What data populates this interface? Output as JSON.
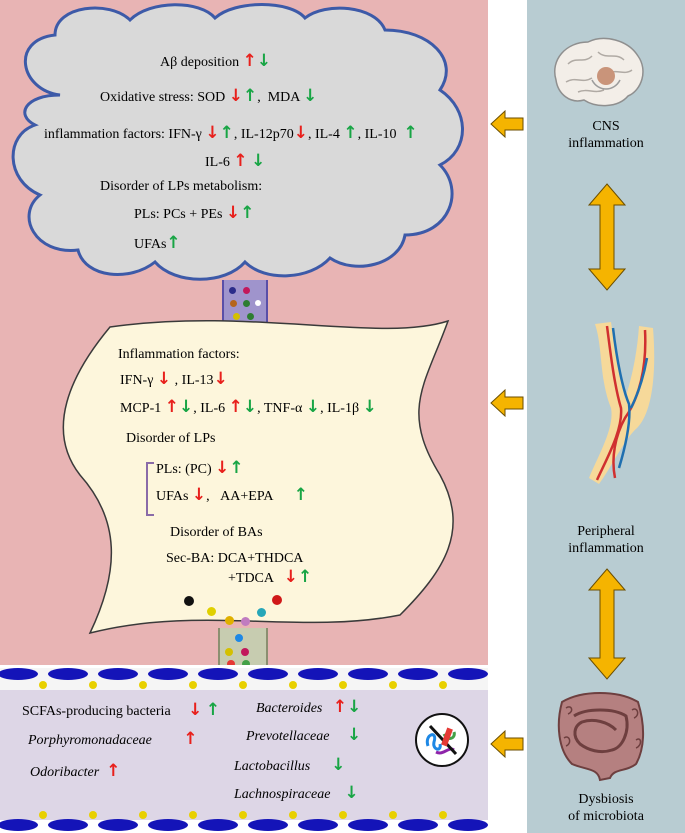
{
  "colors": {
    "brain_region_bg": "#e8b4b4",
    "sidebar_bg": "#b8ccd2",
    "cloud_fill": "#d9d9d9",
    "cloud_stroke": "#3d5aa8",
    "scroll_fill": "#fdf6dc",
    "gut_bg": "#ddd6e6",
    "arrow_orange": "#f5b400",
    "up_red": "#e8201c",
    "down_green": "#18a545"
  },
  "cns": {
    "abeta": "Aβ deposition",
    "oxidative": "Oxidative stress: SOD",
    "mda": "MDA",
    "inflam_label": "inflammation factors: IFN-γ",
    "il12": "IL-12p70",
    "il4": "IL-4",
    "il10": "IL-10",
    "il6": "IL-6",
    "lps_disorder": "Disorder of LPs metabolism:",
    "pls": "PLs: PCs + PEs",
    "ufas": "UFAs",
    "comma": ","
  },
  "periphery": {
    "inflam_title": "Inflammation factors:",
    "ifn": "IFN-γ",
    "il13": "IL-13",
    "mcp1": "MCP-1",
    "il6": "IL-6",
    "tnf": "TNF-α",
    "il1b": "IL-1β",
    "lps_title": "Disorder of LPs",
    "pls_pc": "PLs: (PC)",
    "ufas": "UFAs",
    "aa_epa": "AA+EPA",
    "bas_title": "Disorder of  BAs",
    "secba": "Sec-BA: DCA+THDCA",
    "tdca": "+TDCA",
    "comma": ","
  },
  "gut": {
    "scfa": "SCFAs-producing bacteria",
    "porphyro": "Porphyromonadaceae",
    "odori": "Odoribacter",
    "bacteroides": "Bacteroides",
    "prevotell": "Prevotellaceae",
    "lactobac": "Lactobacillus",
    "lachno": "Lachnospiraceae"
  },
  "sidebar": {
    "cns_line1": "CNS",
    "cns_line2": "inflammation",
    "periph_line1": "Peripheral",
    "periph_line2": "inflammation",
    "dys_line1": "Dysbiosis",
    "dys_line2": "of microbiota"
  },
  "arrows": {
    "up": "↑",
    "down": "↓"
  }
}
